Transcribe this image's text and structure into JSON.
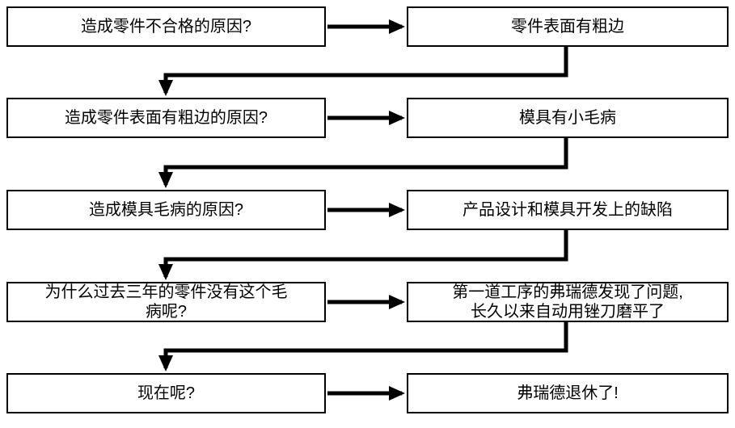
{
  "diagram": {
    "type": "flowchart",
    "language": "zh",
    "accent_color": "#000000",
    "box_fill": "#ffffff",
    "rows": [
      {
        "question": "造成零件不合格的原因?",
        "answer": "零件表面有粗边"
      },
      {
        "question": "造成零件表面有粗边的原因?",
        "answer": "模具有小毛病"
      },
      {
        "question": "造成模具毛病的原因?",
        "answer": "产品设计和模具开发上的缺陷"
      },
      {
        "question": "为什么过去三年的零件没有这个毛\n病呢?",
        "answer": "第一道工序的弗瑞德发现了问题,\n长久以来自动用锉刀磨平了"
      },
      {
        "question": "现在呢?",
        "answer": "弗瑞德退休了!"
      }
    ]
  }
}
